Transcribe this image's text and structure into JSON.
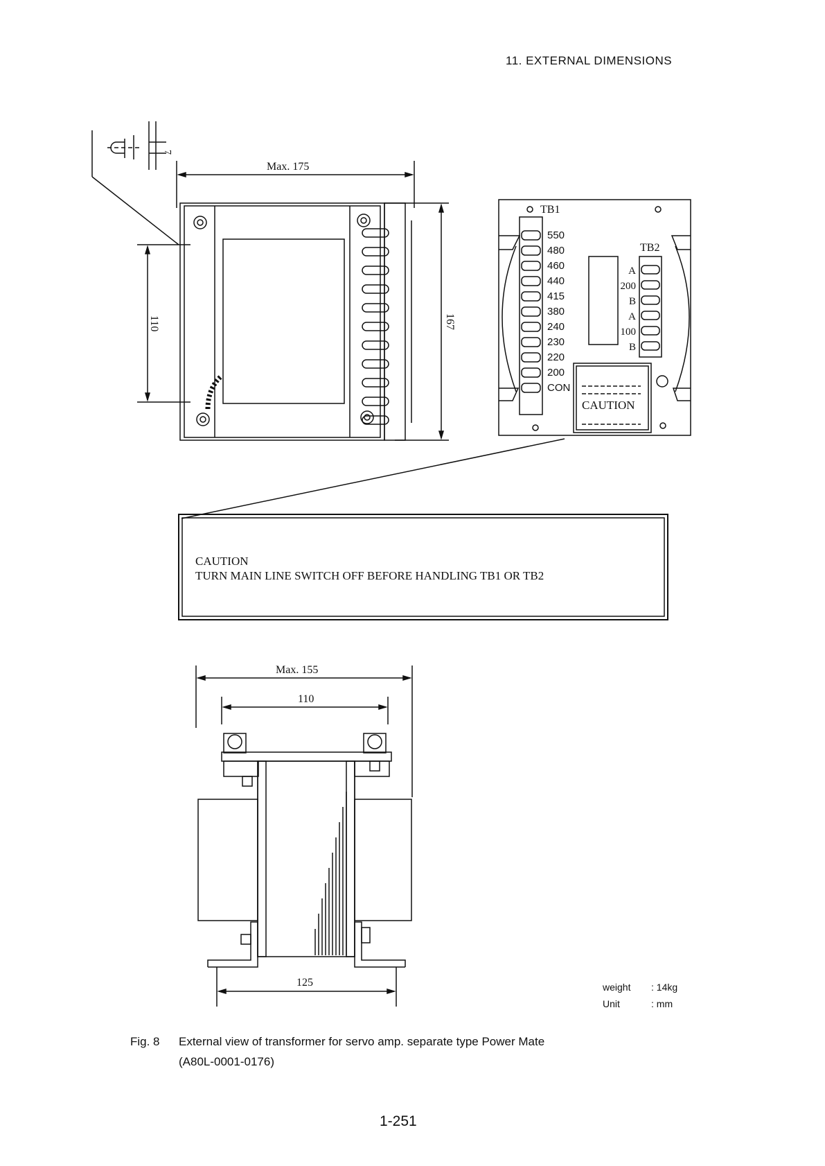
{
  "header": {
    "section": "11.  EXTERNAL DIMENSIONS"
  },
  "top_view": {
    "dim_width": "Max. 175",
    "dim_height": "167",
    "dim_mount": "110",
    "dim_slot": "7"
  },
  "terminal_view": {
    "tb1_label": "TB1",
    "tb2_label": "TB2",
    "tb1_taps": [
      "550",
      "480",
      "460",
      "440",
      "415",
      "380",
      "240",
      "230",
      "220",
      "200",
      "CON"
    ],
    "tb2_taps": [
      "A",
      "200",
      "B",
      "A",
      "100",
      "B"
    ],
    "caution_label": "CAUTION"
  },
  "caution_plate": {
    "title": "CAUTION",
    "text": "TURN MAIN LINE SWITCH OFF BEFORE HANDLING TB1 OR TB2"
  },
  "front_view": {
    "dim_max": "Max. 155",
    "dim_top": "110",
    "dim_bottom": "125"
  },
  "specs": {
    "weight_label": "weight",
    "weight_value": ": 14kg",
    "unit_label": "Unit",
    "unit_value": ": mm"
  },
  "caption": {
    "fig_num": "Fig. 8",
    "title": "External view of transformer for servo amp. separate type Power Mate",
    "part_number": "(A80L-0001-0176)"
  },
  "page_number": "1-251"
}
